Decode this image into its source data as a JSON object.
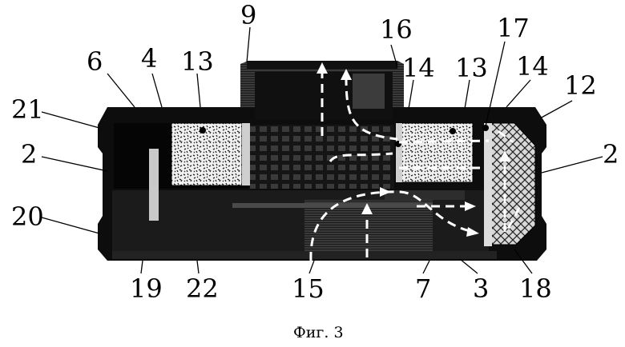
{
  "caption": "Фиг. 3",
  "labels": [
    {
      "id": "label-9",
      "text": "9"
    },
    {
      "id": "label-16",
      "text": "16"
    },
    {
      "id": "label-17",
      "text": "17"
    },
    {
      "id": "label-6",
      "text": "6"
    },
    {
      "id": "label-4",
      "text": "4"
    },
    {
      "id": "label-13-left",
      "text": "13"
    },
    {
      "id": "label-14-mid",
      "text": "14"
    },
    {
      "id": "label-13-right",
      "text": "13"
    },
    {
      "id": "label-14-right",
      "text": "14"
    },
    {
      "id": "label-12",
      "text": "12"
    },
    {
      "id": "label-21",
      "text": "21"
    },
    {
      "id": "label-2-left",
      "text": "2"
    },
    {
      "id": "label-2-right",
      "text": "2"
    },
    {
      "id": "label-20",
      "text": "20"
    },
    {
      "id": "label-19",
      "text": "19"
    },
    {
      "id": "label-22",
      "text": "22"
    },
    {
      "id": "label-15",
      "text": "15"
    },
    {
      "id": "label-7",
      "text": "7"
    },
    {
      "id": "label-3",
      "text": "3"
    },
    {
      "id": "label-18",
      "text": "18"
    }
  ]
}
